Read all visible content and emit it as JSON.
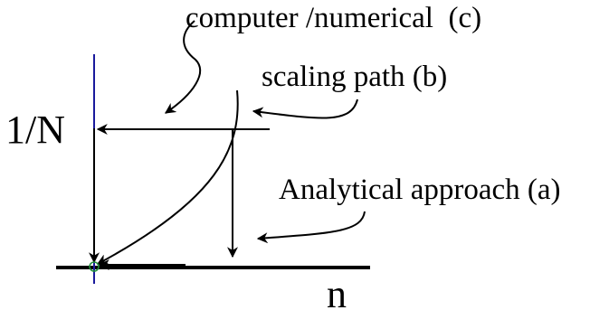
{
  "labels": {
    "computer_numerical": "computer /numerical  (c)",
    "scaling_path": "scaling path (b)",
    "analytical": "Analytical approach (a)",
    "axis_vertical": "1/N",
    "axis_horizontal": "n"
  },
  "colors": {
    "ink": "#000000",
    "vertical_axis": "#1a1a9c",
    "origin_marker": "#1f8f3a"
  }
}
